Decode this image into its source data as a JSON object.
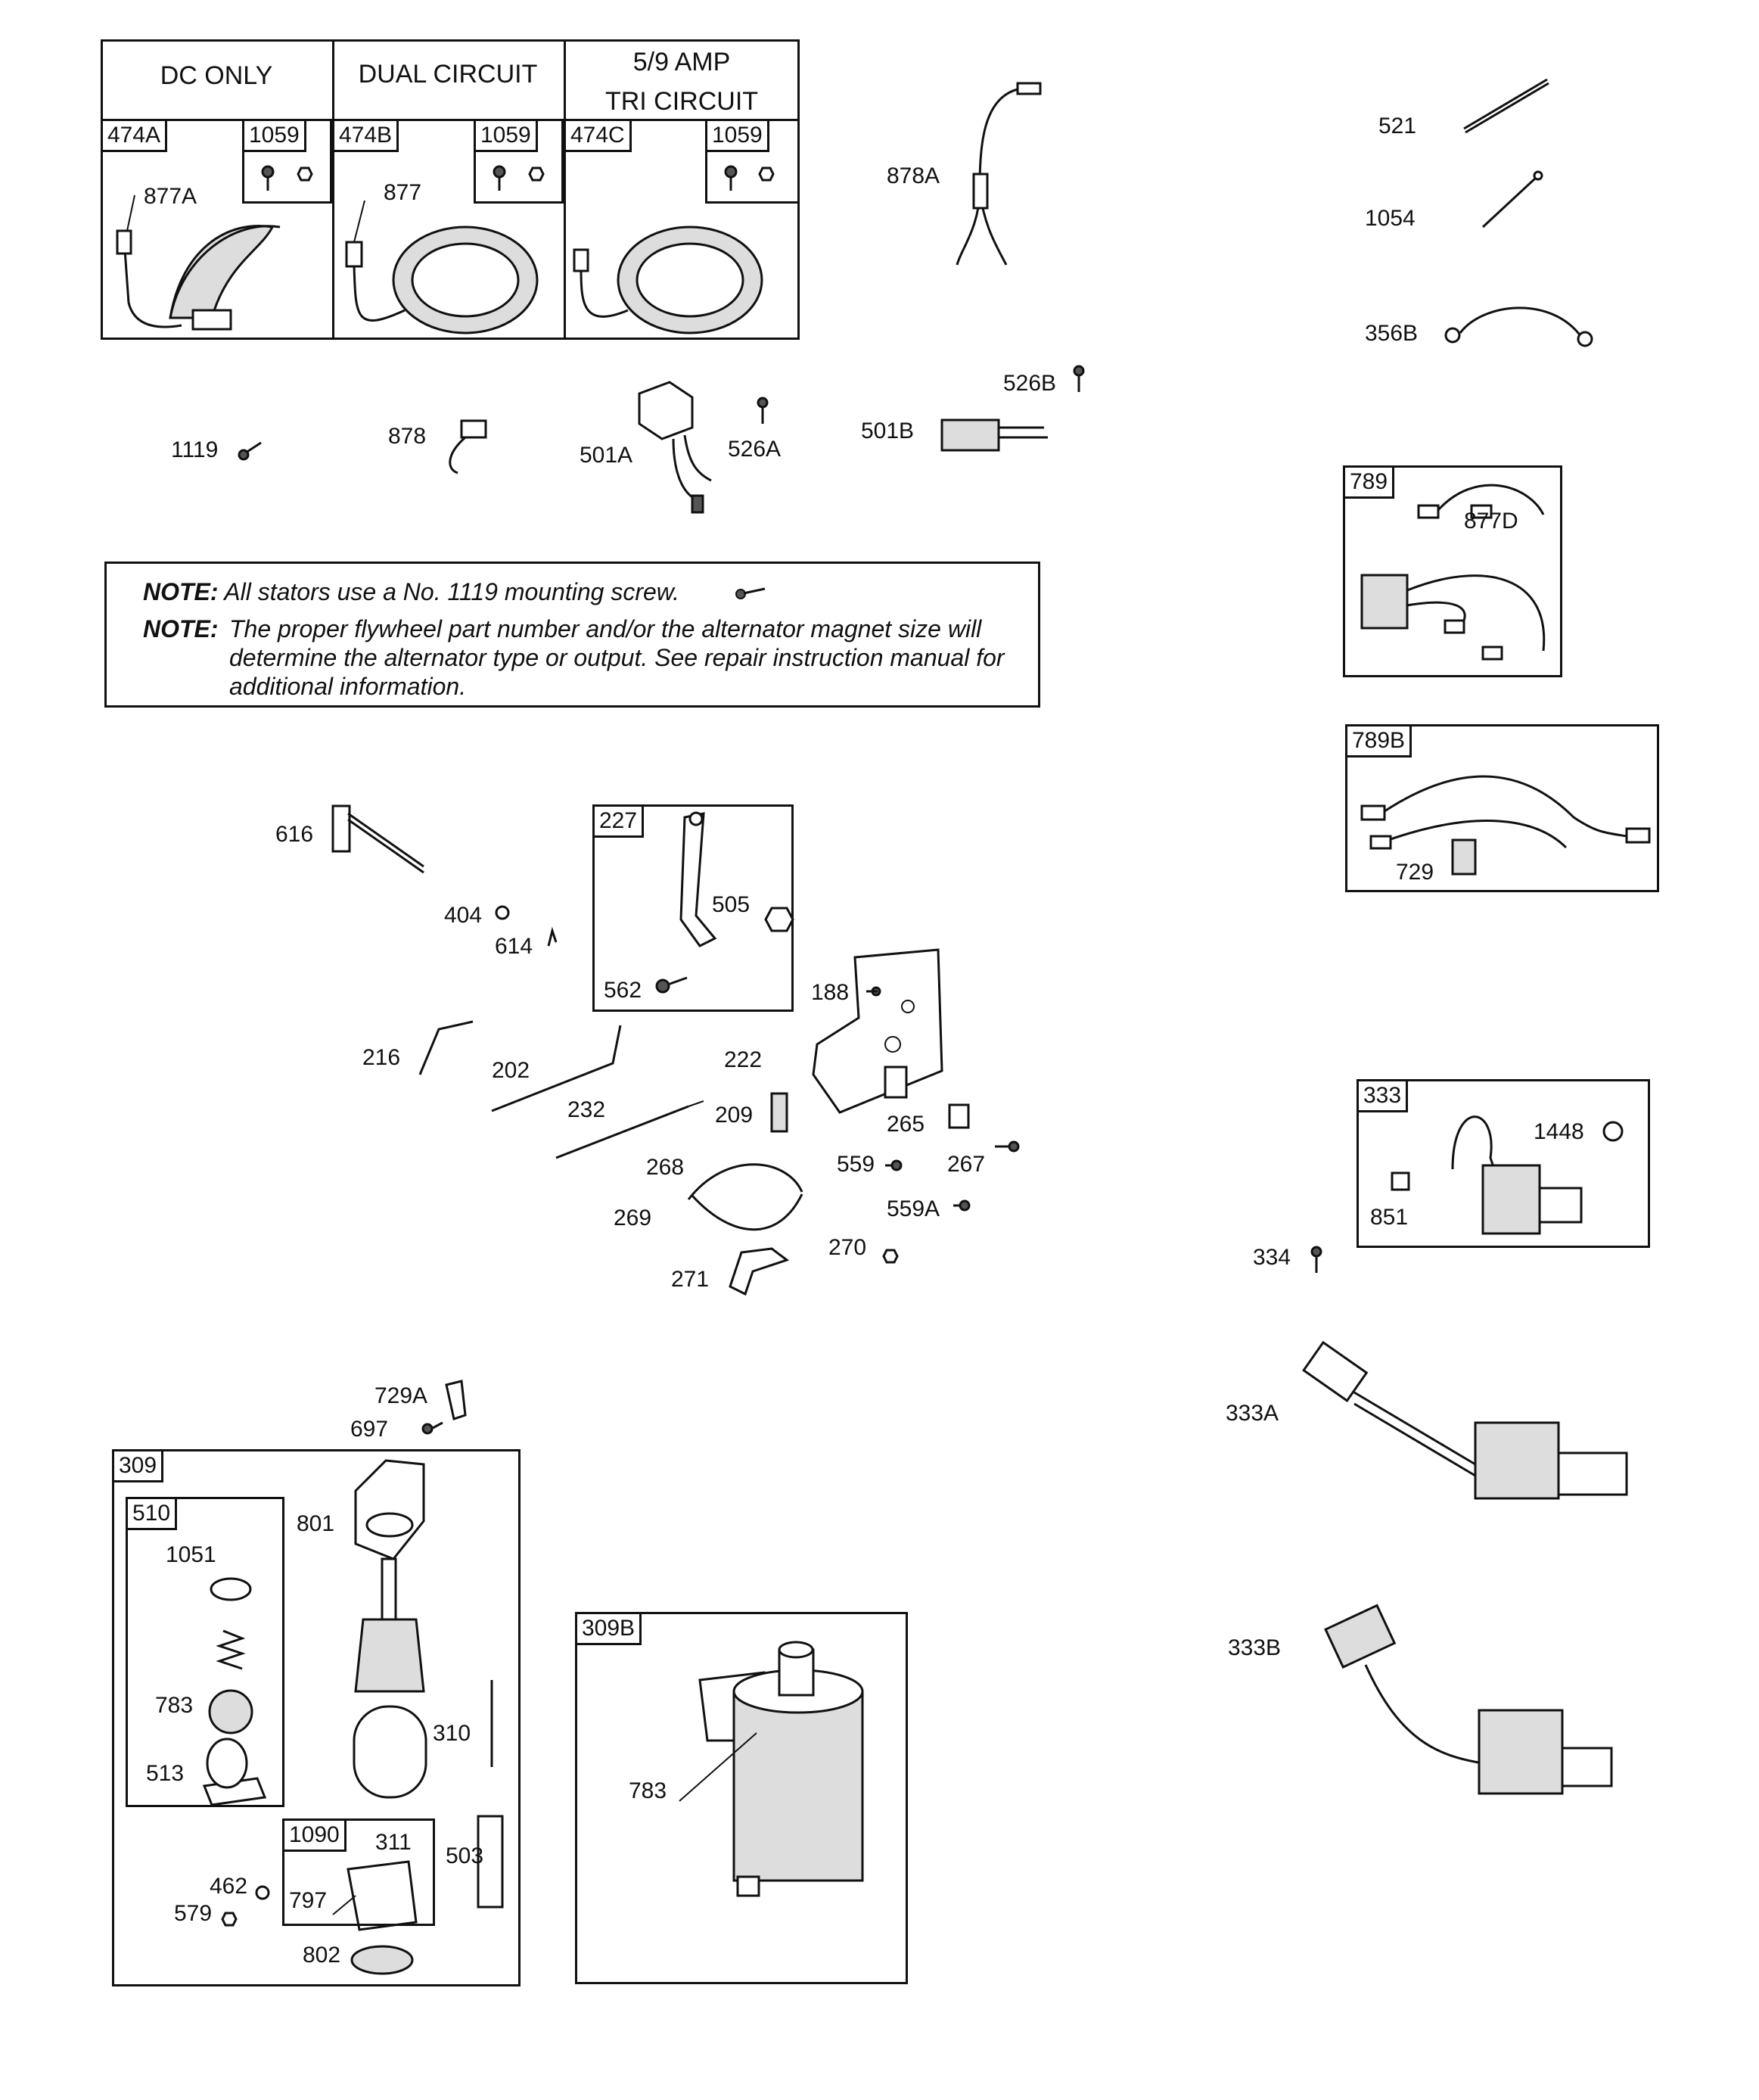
{
  "headers": {
    "dc_only": "DC ONLY",
    "dual_circuit": "DUAL CIRCUIT",
    "tri_line1": "5/9 AMP",
    "tri_line2": "TRI CIRCUIT"
  },
  "kit_tags": {
    "t474a": "474A",
    "t1059a": "1059",
    "t474b": "474B",
    "t1059b": "1059",
    "t474c": "474C",
    "t1059c": "1059",
    "t227": "227",
    "t309": "309",
    "t510": "510",
    "t1090": "1090",
    "t309b": "309B",
    "t789": "789",
    "t789b": "789B",
    "t333": "333"
  },
  "notes": {
    "label": "NOTE:",
    "note1": "All stators use a No. 1119 mounting screw.",
    "note2_line1": "The proper flywheel part number and/or the alternator magnet size will",
    "note2_line2": "determine the alternator type or output. See repair instruction manual for",
    "note2_line3": "additional information."
  },
  "parts": {
    "p877A": "877A",
    "p877": "877",
    "p878A": "878A",
    "p521": "521",
    "p1054": "1054",
    "p356B": "356B",
    "p1119": "1119",
    "p878": "878",
    "p501A": "501A",
    "p526A": "526A",
    "p501B": "501B",
    "p526B": "526B",
    "p877D": "877D",
    "p729": "729",
    "p616": "616",
    "p404": "404",
    "p614": "614",
    "p505": "505",
    "p562": "562",
    "p188": "188",
    "p216": "216",
    "p202": "202",
    "p222": "222",
    "p232": "232",
    "p209": "209",
    "p265": "265",
    "p267": "267",
    "p559": "559",
    "p268": "268",
    "p269": "269",
    "p559A": "559A",
    "p270": "270",
    "p271": "271",
    "p1448": "1448",
    "p851": "851",
    "p334": "334",
    "p729A": "729A",
    "p697": "697",
    "p801": "801",
    "p1051": "1051",
    "p783a": "783",
    "p310": "310",
    "p513": "513",
    "p311": "311",
    "p503": "503",
    "p462": "462",
    "p797": "797",
    "p579": "579",
    "p802": "802",
    "p783b": "783",
    "p333A": "333A",
    "p333B": "333B"
  }
}
